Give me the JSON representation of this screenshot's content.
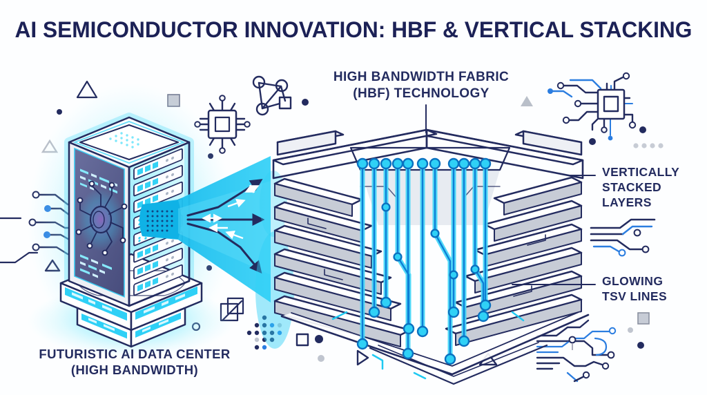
{
  "title": "AI SEMICONDUCTOR INNOVATION: HBF & VERTICAL STACKING",
  "callouts": {
    "hbf": [
      "HIGH BANDWIDTH FABRIC",
      "(HBF) TECHNOLOGY"
    ],
    "stacked_layers": [
      "VERTICALLY",
      "STACKED",
      "LAYERS"
    ],
    "glowing_tsv": [
      "GLOWING",
      "TSV LINES"
    ],
    "data_center": [
      "FUTURISTIC AI DATA CENTER",
      "(HIGH BANDWIDTH)"
    ]
  },
  "colors": {
    "titleNavy": "#1c2156",
    "navy": "#232b5f",
    "cyan": "#1fc9f2",
    "cyanSoft": "#7ae6fb",
    "blue": "#2b7de0",
    "gray": "#c7ccd6",
    "grayLight": "#eef0f5",
    "panel": "#565c8b",
    "tsvCore": "#0d7fd6"
  },
  "decorations": [
    "server-tower",
    "data-beam",
    "chip-stack",
    "tsv-lines",
    "microchip-icon",
    "network-nodes-icon",
    "circuit-trace-icon",
    "dot-grid",
    "triangle-icon",
    "square-icon",
    "play-triangle-icon",
    "overlapping-squares-icon"
  ]
}
